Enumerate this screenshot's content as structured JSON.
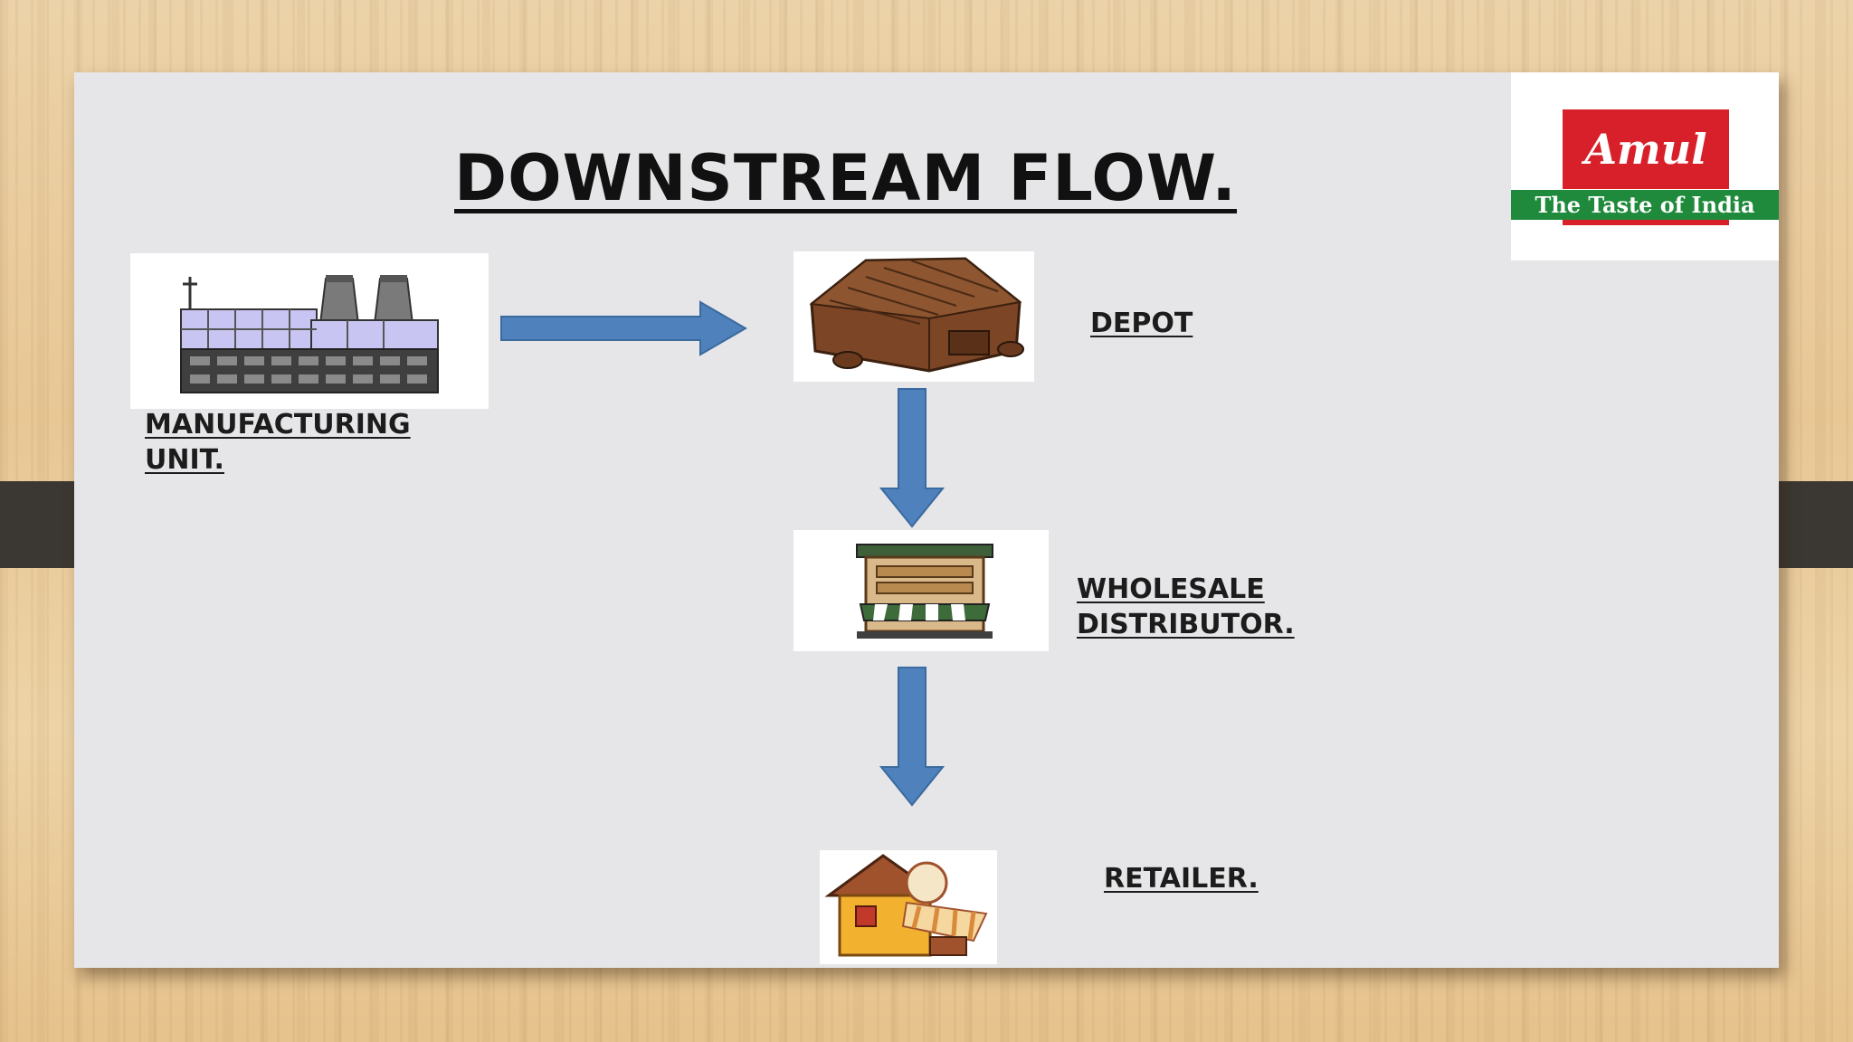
{
  "title": "DOWNSTREAM FLOW.",
  "logo": {
    "brand": "Amul",
    "tagline": "The Taste of India"
  },
  "nodes": [
    {
      "id": "manufacturing",
      "label_lines": [
        "MANUFACTURING",
        "UNIT."
      ],
      "icon": "factory-icon"
    },
    {
      "id": "depot",
      "label_lines": [
        "DEPOT"
      ],
      "icon": "warehouse-icon"
    },
    {
      "id": "wholesale",
      "label_lines": [
        "WHOLESALE",
        "DISTRIBUTOR."
      ],
      "icon": "wholesale-store-icon"
    },
    {
      "id": "retailer",
      "label_lines": [
        "RETAILER."
      ],
      "icon": "retail-shop-icon"
    }
  ],
  "edges": [
    {
      "from": "manufacturing",
      "to": "depot"
    },
    {
      "from": "depot",
      "to": "wholesale"
    },
    {
      "from": "wholesale",
      "to": "retailer"
    }
  ],
  "colors": {
    "arrow_fill": "#4f81bd",
    "arrow_stroke": "#3a6a9e",
    "logo_red": "#d8202a",
    "logo_green": "#1f8a3b"
  }
}
